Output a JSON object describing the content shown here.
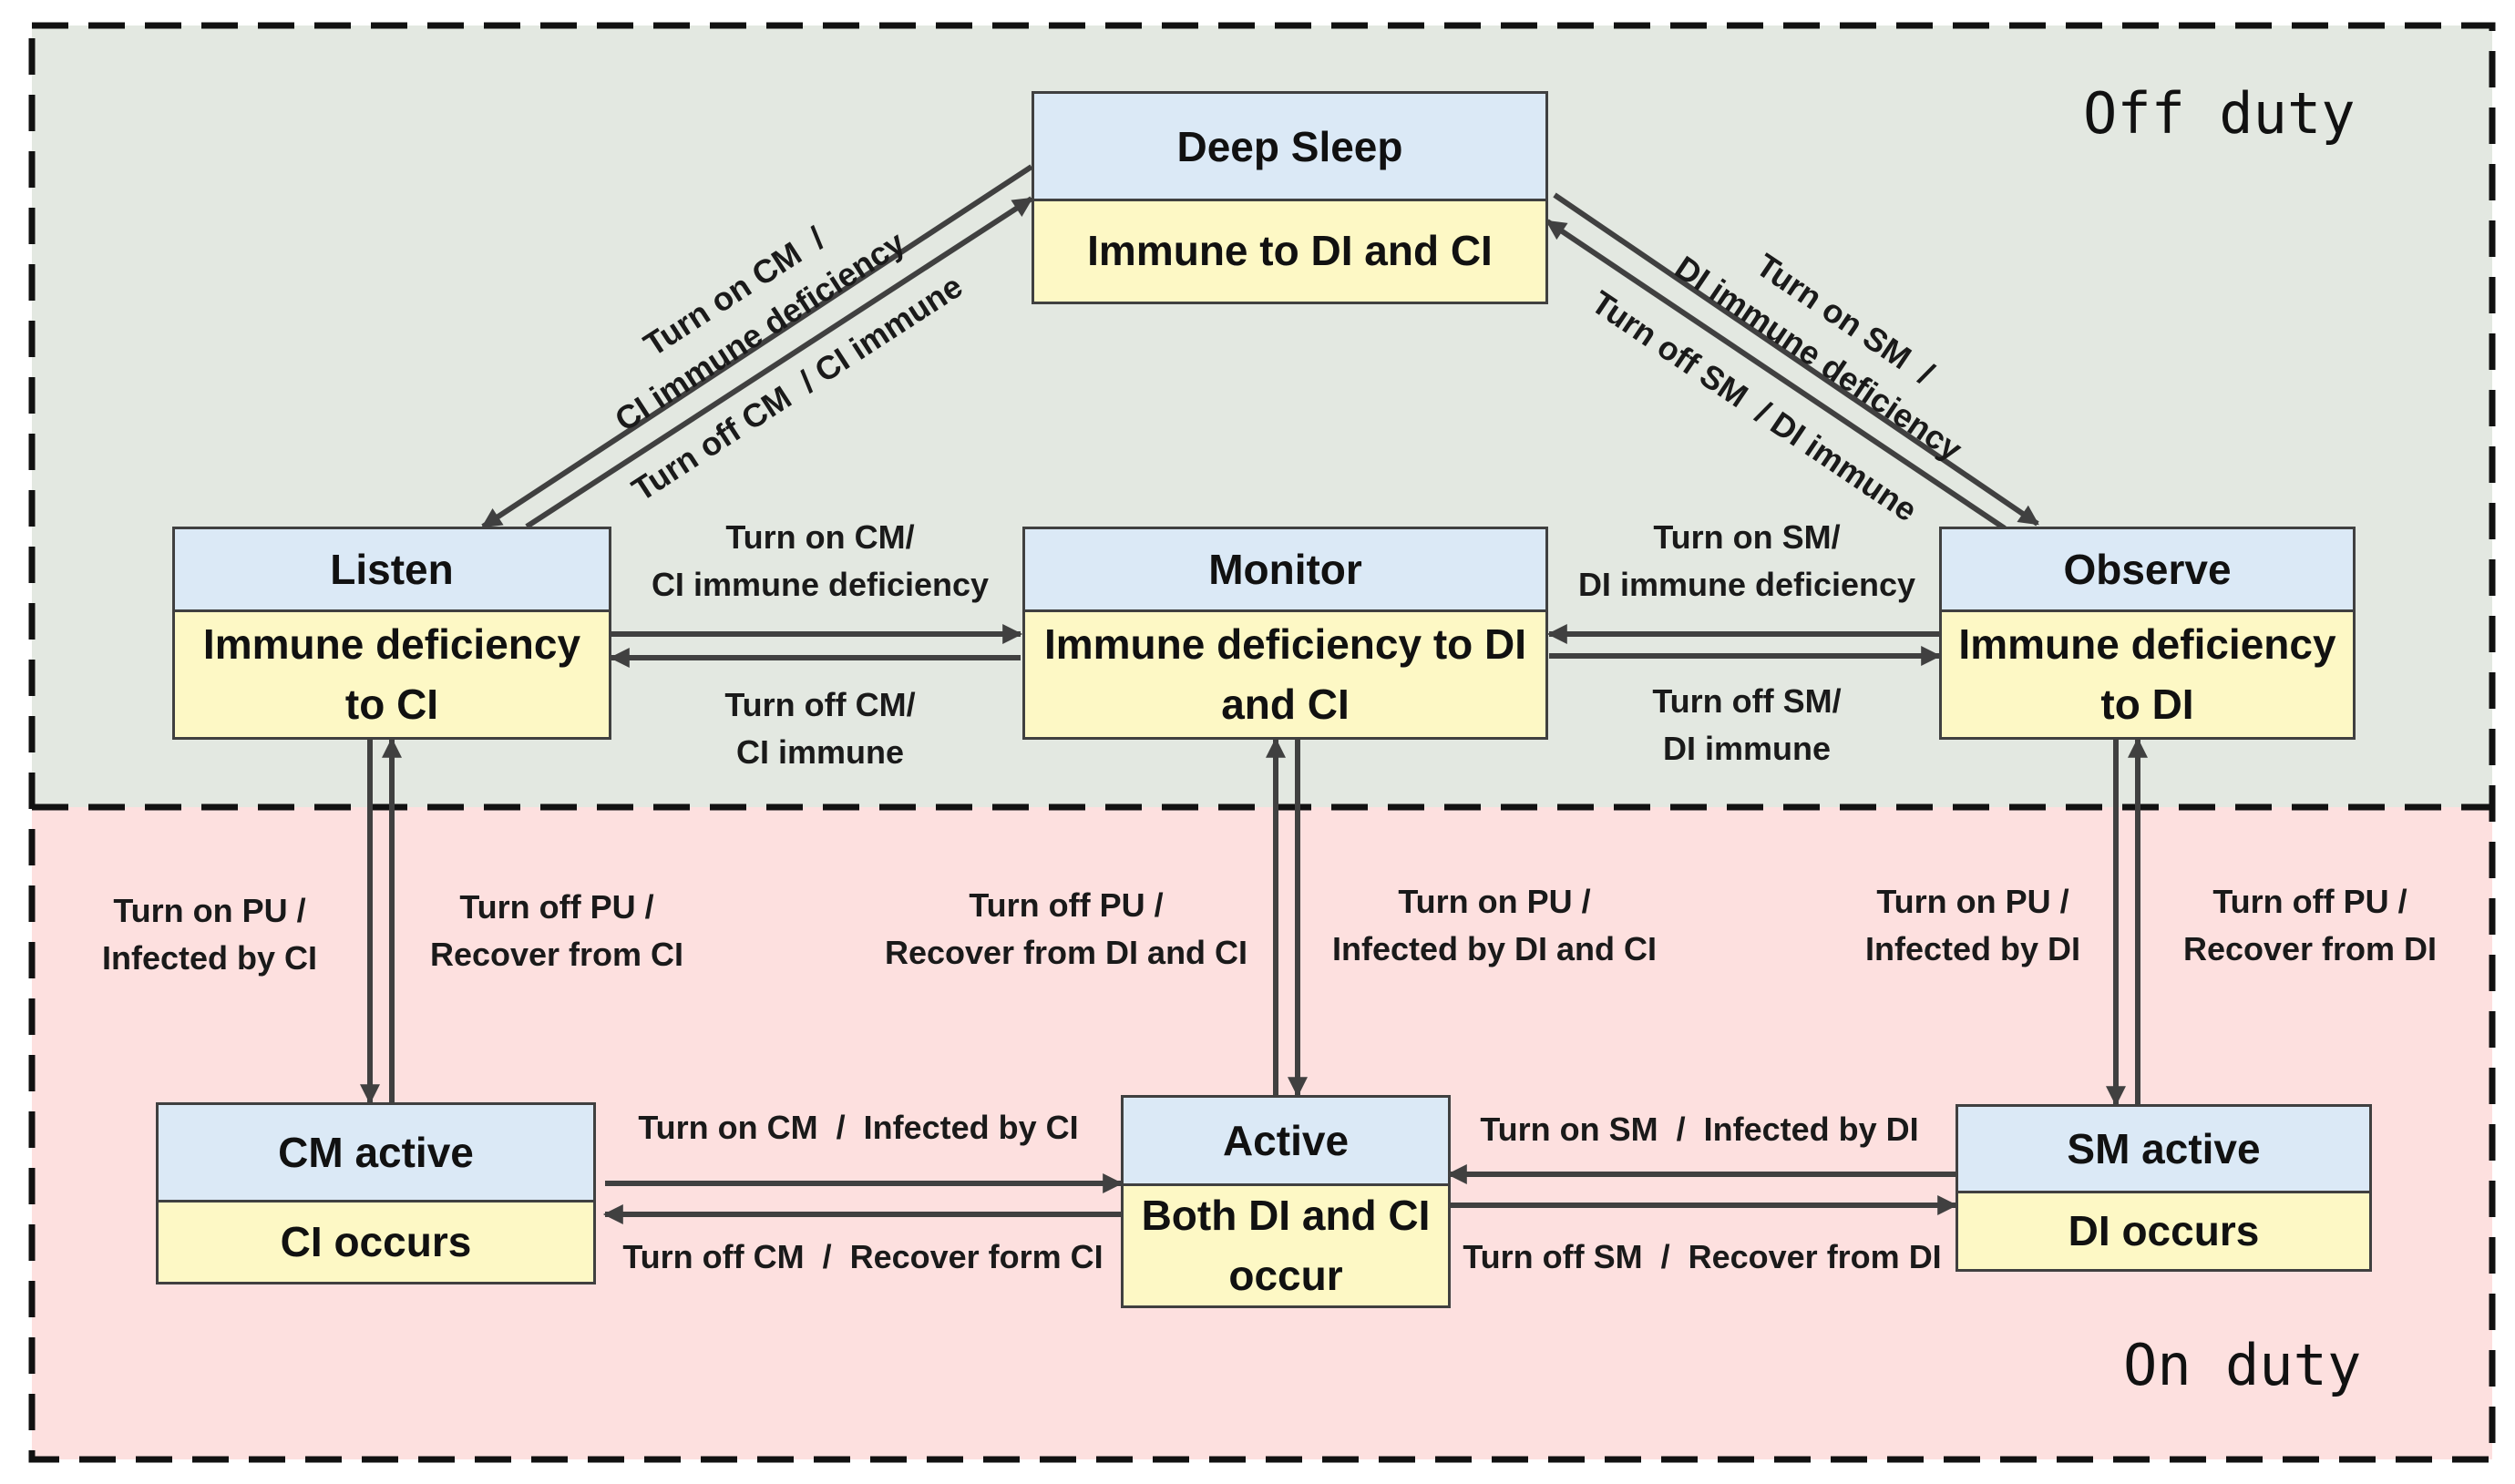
{
  "zones": {
    "off_duty": "Off duty",
    "on_duty": "On duty"
  },
  "states": {
    "deep_sleep": {
      "name": "Deep Sleep",
      "status": "Immune to DI and CI"
    },
    "listen": {
      "name": "Listen",
      "status": "Immune deficiency\nto CI"
    },
    "monitor": {
      "name": "Monitor",
      "status": "Immune deficiency to DI\nand CI"
    },
    "observe": {
      "name": "Observe",
      "status": "Immune deficiency\nto DI"
    },
    "cm_active": {
      "name": "CM active",
      "status": "CI occurs"
    },
    "active": {
      "name": "Active",
      "status": "Both DI and CI\noccur"
    },
    "sm_active": {
      "name": "SM active",
      "status": "DI occurs"
    }
  },
  "transitions": {
    "ds_to_listen": "Turn on CM  /\nCI immune deficiency",
    "listen_to_ds": "Turn off CM  / CI immune",
    "ds_to_observe": "Turn on SM  /\nDI immune deficiency",
    "observe_to_ds": "Turn off SM  / DI immune",
    "listen_to_monitor": "Turn on CM/\nCI immune deficiency",
    "monitor_to_listen": "Turn off CM/\nCI immune",
    "observe_to_monitor": "Turn on SM/\nDI immune deficiency",
    "monitor_to_observe": "Turn off SM/\nDI immune",
    "listen_to_cm": "Turn on PU /\nInfected by CI",
    "cm_to_listen": "Turn off PU /\nRecover from CI",
    "active_to_monitor": "Turn off PU /\nRecover from DI and CI",
    "monitor_to_active": "Turn on PU /\nInfected by DI and CI",
    "observe_to_sm": "Turn on PU /\nInfected by DI",
    "sm_to_observe": "Turn off PU /\nRecover from DI",
    "cm_to_active": "Turn on CM  /  Infected by CI",
    "active_to_cm": "Turn off CM  /  Recover form CI",
    "sm_to_active": "Turn on SM  /  Infected by DI",
    "active_to_sm": "Turn off SM  /  Recover from DI"
  }
}
